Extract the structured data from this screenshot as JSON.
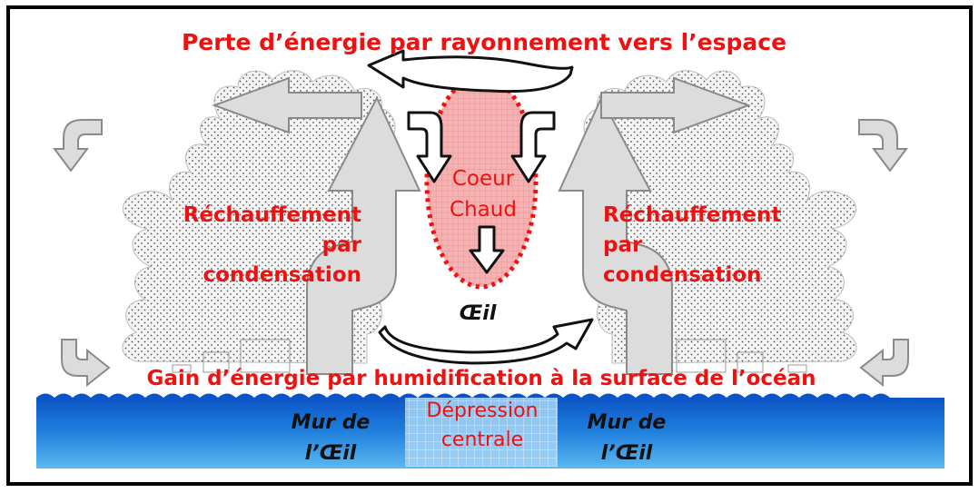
{
  "labels": {
    "top_energy": "Perte d’énergie par rayonnement vers l’espace",
    "bottom_energy": "Gain d’énergie par humidification à la surface de l’océan",
    "warm_core_line1": "Coeur",
    "warm_core_line2": "Chaud",
    "eye": "Œil",
    "heating_left_line1": "Réchauffement",
    "heating_left_line2": "par",
    "heating_left_line3": "condensation",
    "heating_right_line1": "Réchauffement",
    "heating_right_line2": "par",
    "heating_right_line3": "condensation",
    "depression_line1": "Dépression",
    "depression_line2": "centrale",
    "eyewall_left_line1": "Mur de",
    "eyewall_left_line2": "l’Œil",
    "eyewall_right_line1": "Mur de",
    "eyewall_right_line2": "l’Œil"
  },
  "colors": {
    "label_red": "#ee1111",
    "warm_core_fill": "#f4b0b0",
    "ocean_top": "#0a55c8",
    "ocean_bottom": "#4fb0ee",
    "arrow_fill": "#dcdcdc",
    "cloud_fill": "#f4f4f4",
    "frame": "#000000"
  }
}
